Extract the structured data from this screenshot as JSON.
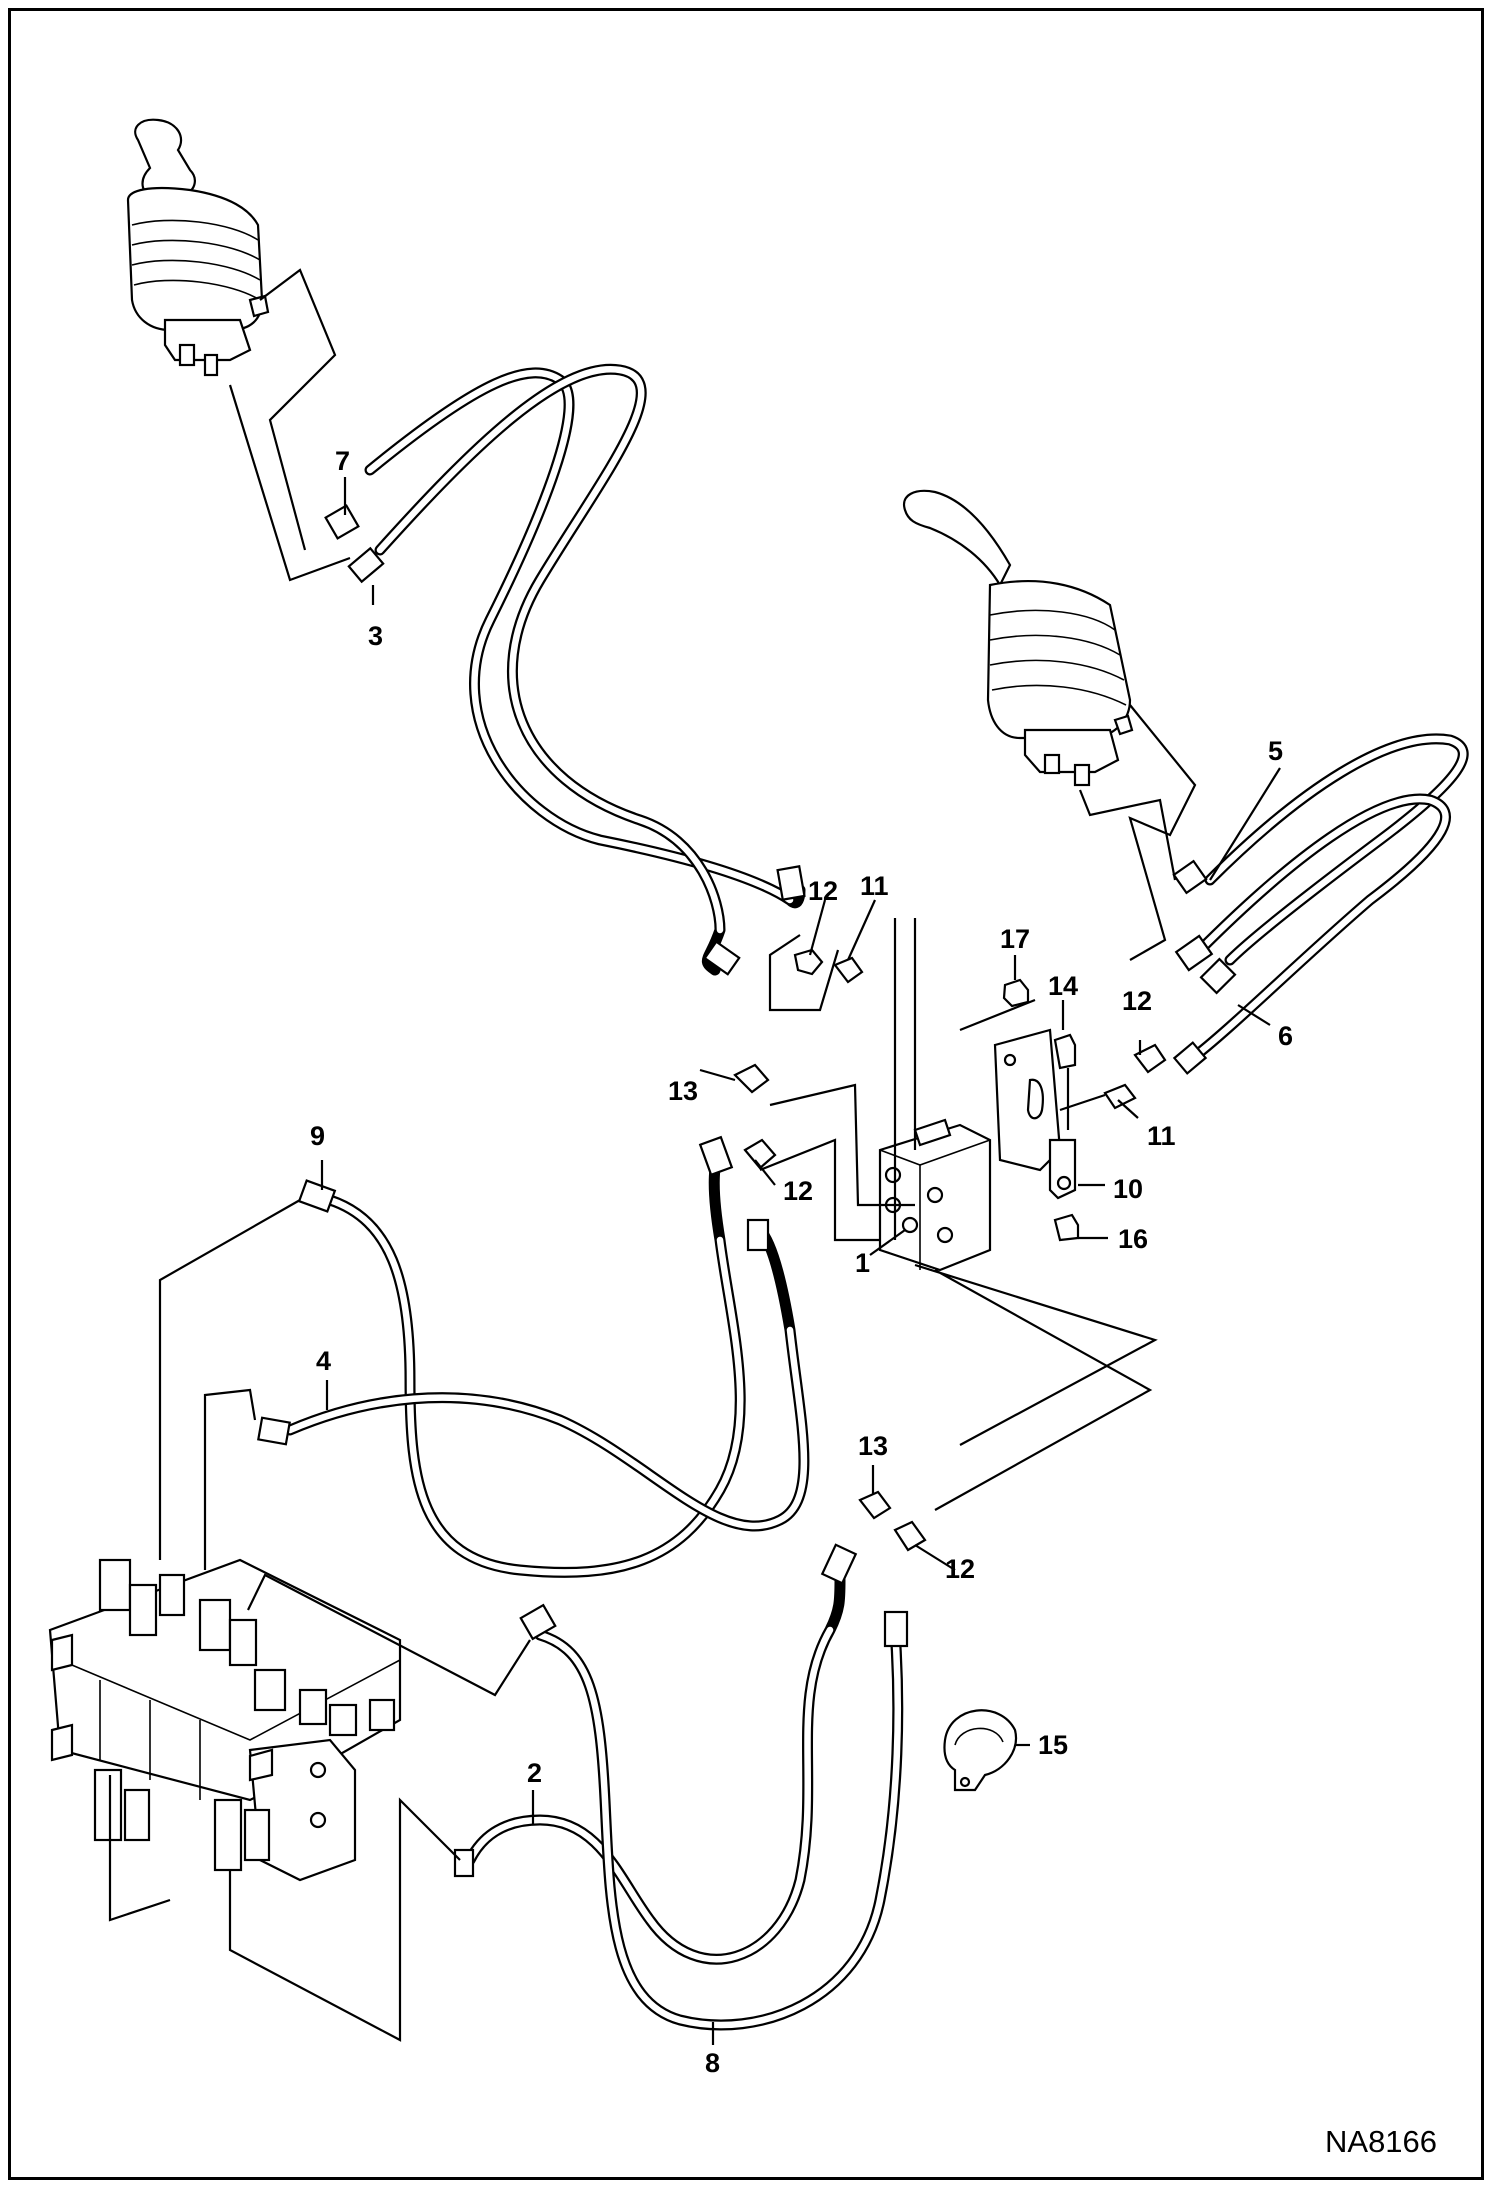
{
  "diagram": {
    "reference_code": "NA8166",
    "callouts": [
      {
        "id": "c1",
        "label": "1"
      },
      {
        "id": "c2",
        "label": "2"
      },
      {
        "id": "c3",
        "label": "3"
      },
      {
        "id": "c4",
        "label": "4"
      },
      {
        "id": "c5",
        "label": "5"
      },
      {
        "id": "c6",
        "label": "6"
      },
      {
        "id": "c7",
        "label": "7"
      },
      {
        "id": "c8",
        "label": "8"
      },
      {
        "id": "c9",
        "label": "9"
      },
      {
        "id": "c10",
        "label": "10"
      },
      {
        "id": "c11a",
        "label": "11"
      },
      {
        "id": "c11b",
        "label": "11"
      },
      {
        "id": "c12a",
        "label": "12"
      },
      {
        "id": "c12b",
        "label": "12"
      },
      {
        "id": "c12c",
        "label": "12"
      },
      {
        "id": "c12d",
        "label": "12"
      },
      {
        "id": "c13a",
        "label": "13"
      },
      {
        "id": "c13b",
        "label": "13"
      },
      {
        "id": "c14",
        "label": "14"
      },
      {
        "id": "c15",
        "label": "15"
      },
      {
        "id": "c16",
        "label": "16"
      },
      {
        "id": "c17",
        "label": "17"
      }
    ]
  }
}
